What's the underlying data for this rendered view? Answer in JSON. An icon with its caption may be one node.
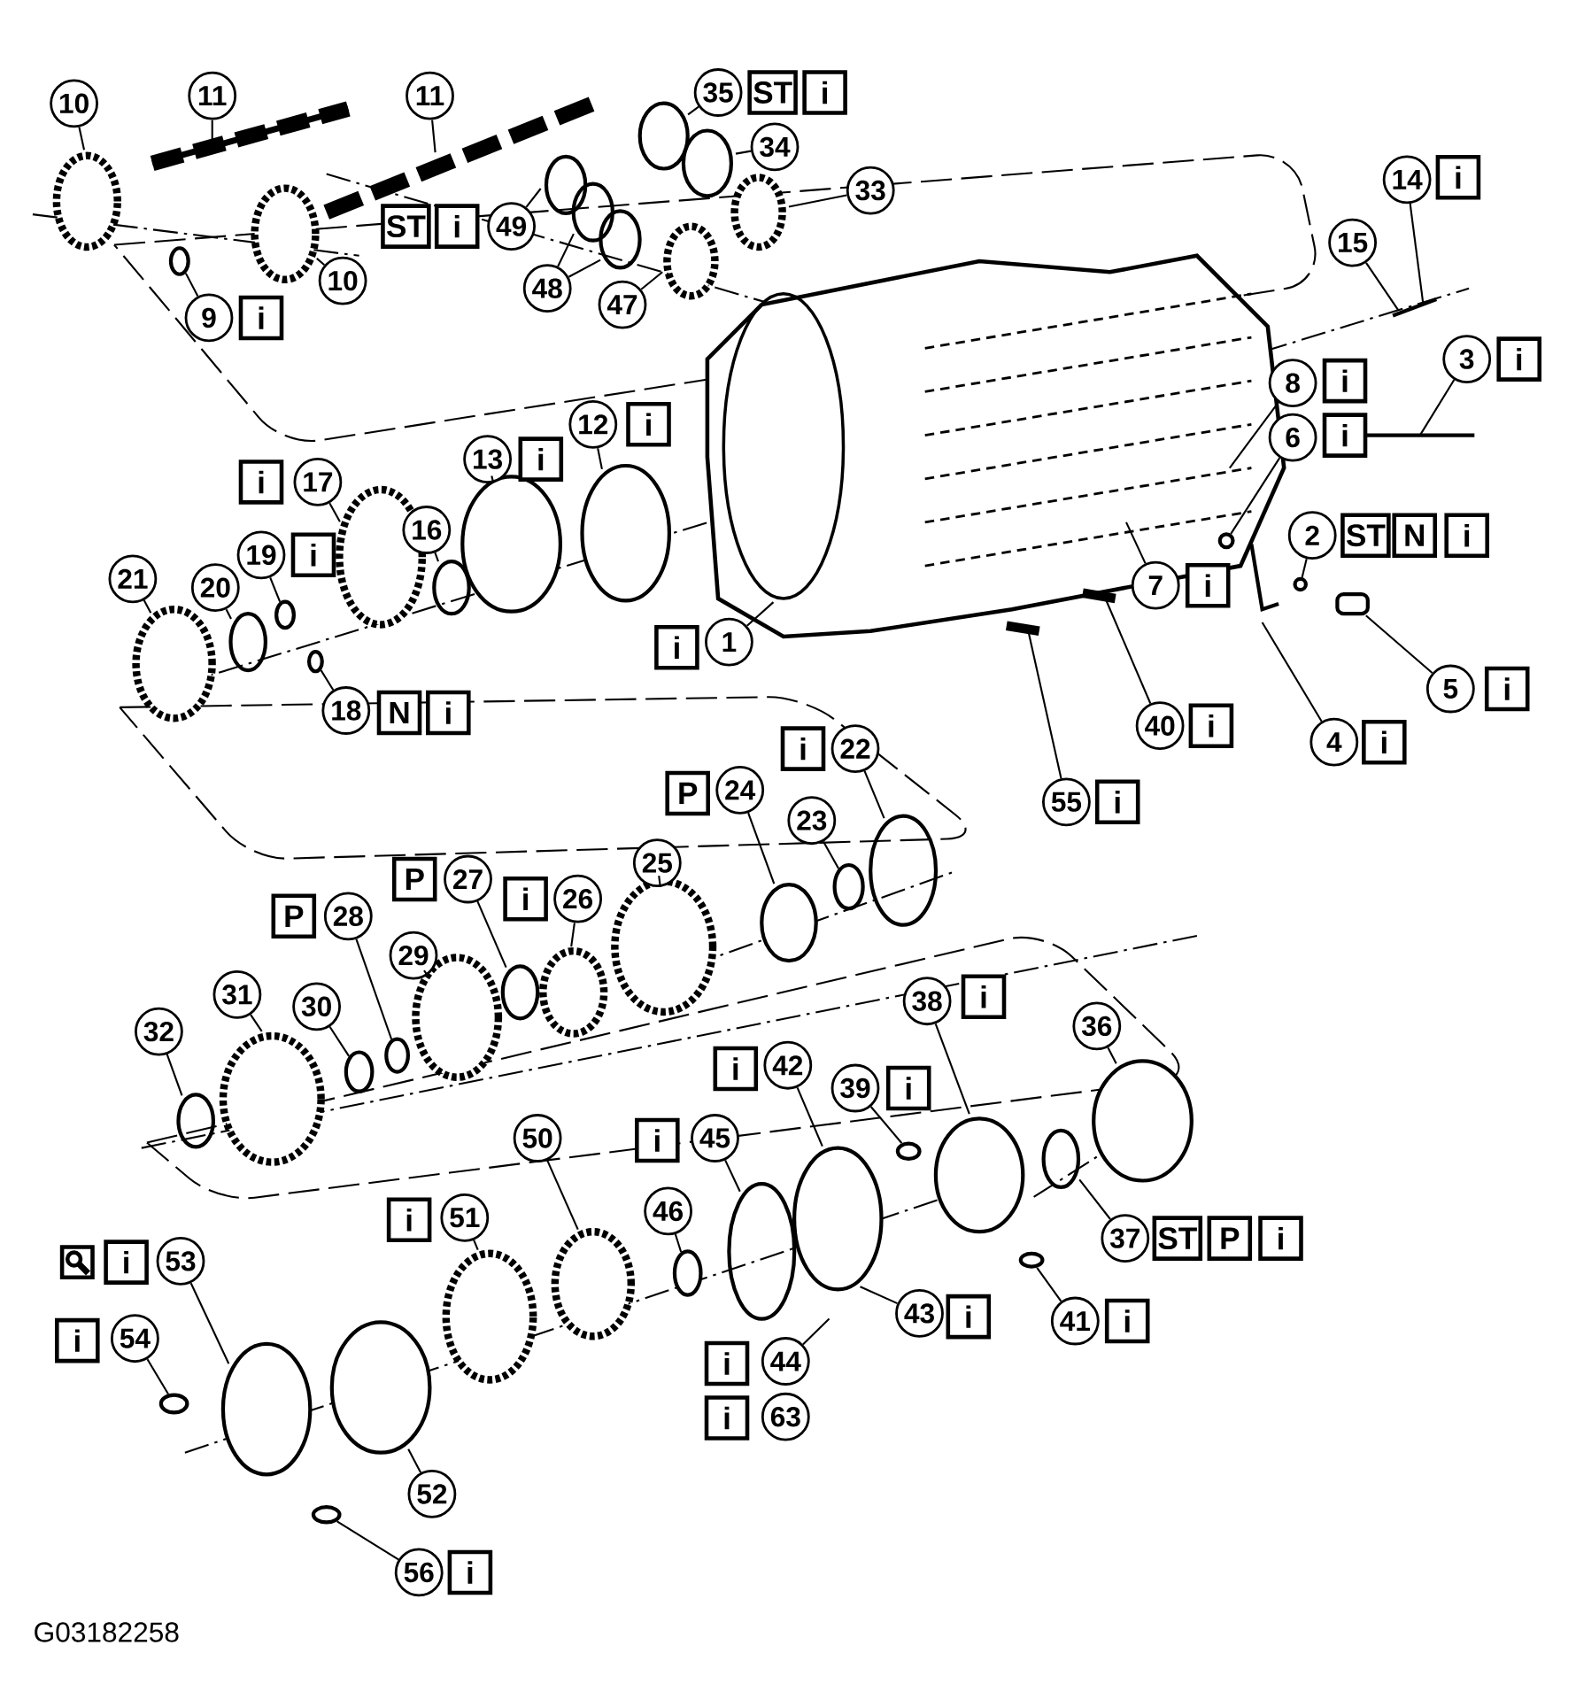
{
  "diagram": {
    "nodes": [
      {
        "text": [
          "10"
        ]
      },
      {
        "text": [
          "11"
        ]
      },
      {
        "text": [
          "11"
        ]
      },
      {
        "text": [
          "35"
        ]
      },
      {
        "text": [
          "34"
        ]
      },
      {
        "text": [
          "33"
        ]
      },
      {
        "text": [
          "49"
        ]
      },
      {
        "text": [
          "48"
        ]
      },
      {
        "text": [
          "47"
        ]
      },
      {
        "text": [
          "10"
        ]
      },
      {
        "text": [
          "9"
        ]
      },
      {
        "text": [
          "14"
        ]
      },
      {
        "text": [
          "15"
        ]
      },
      {
        "text": [
          "3"
        ]
      },
      {
        "text": [
          "8"
        ]
      },
      {
        "text": [
          "6"
        ]
      },
      {
        "text": [
          "12"
        ]
      },
      {
        "text": [
          "13"
        ]
      },
      {
        "text": [
          "17"
        ]
      },
      {
        "text": [
          "2"
        ]
      },
      {
        "text": [
          "16"
        ]
      },
      {
        "text": [
          "19"
        ]
      },
      {
        "text": [
          "21"
        ]
      },
      {
        "text": [
          "20"
        ]
      },
      {
        "text": [
          "7"
        ]
      },
      {
        "text": [
          "1"
        ]
      },
      {
        "text": [
          "5"
        ]
      },
      {
        "text": [
          "18"
        ]
      },
      {
        "text": [
          "40"
        ]
      },
      {
        "text": [
          "4"
        ]
      },
      {
        "text": [
          "22"
        ]
      },
      {
        "text": [
          "24"
        ]
      },
      {
        "text": [
          "55"
        ]
      },
      {
        "text": [
          "23"
        ]
      },
      {
        "text": [
          "25"
        ]
      },
      {
        "text": [
          "27"
        ]
      },
      {
        "text": [
          "26"
        ]
      },
      {
        "text": [
          "28"
        ]
      },
      {
        "text": [
          "29"
        ]
      },
      {
        "text": [
          "31"
        ]
      },
      {
        "text": [
          "38"
        ]
      },
      {
        "text": [
          "30"
        ]
      },
      {
        "text": [
          "36"
        ]
      },
      {
        "text": [
          "32"
        ]
      },
      {
        "text": [
          "42"
        ]
      },
      {
        "text": [
          "39"
        ]
      },
      {
        "text": [
          "50"
        ]
      },
      {
        "text": [
          "45"
        ]
      },
      {
        "text": [
          "46"
        ]
      },
      {
        "text": [
          "51"
        ]
      },
      {
        "text": [
          "37"
        ]
      },
      {
        "text": [
          "53"
        ]
      },
      {
        "text": [
          "43"
        ]
      },
      {
        "text": [
          "41"
        ]
      },
      {
        "text": [
          "54"
        ]
      },
      {
        "text": [
          "44"
        ]
      },
      {
        "text": [
          "63"
        ]
      },
      {
        "text": [
          "52"
        ]
      },
      {
        "text": [
          "56"
        ]
      },
      {
        "text": [],
        "shape": "circle"
      },
      {
        "text": [],
        "shape": "circle"
      },
      {
        "text": [],
        "shape": "circle"
      },
      {
        "text": [],
        "shape": "circle"
      },
      {
        "text": [],
        "shape": "cylinder"
      },
      {
        "text": [],
        "shape": "circle"
      },
      {
        "text": [],
        "shape": "circle"
      },
      {
        "text": [],
        "shape": "circle"
      },
      {
        "text": [],
        "shape": "circle"
      },
      {
        "text": [],
        "shape": "circle"
      },
      {
        "text": [],
        "shape": "circle"
      },
      {
        "text": [],
        "shape": "circle"
      },
      {
        "text": [],
        "shape": "circle"
      },
      {
        "text": [],
        "shape": "circle"
      }
    ],
    "edges": [
      {
        "from": 0,
        "to": null,
        "arrow": "none"
      },
      {
        "from": 1,
        "to": null,
        "arrow": "none"
      },
      {
        "from": 2,
        "to": null,
        "arrow": "none"
      },
      {
        "from": 3,
        "to": null,
        "arrow": "none"
      },
      {
        "from": 4,
        "to": null,
        "arrow": "none"
      },
      {
        "from": 5,
        "to": null,
        "arrow": "none"
      },
      {
        "from": 6,
        "to": null,
        "arrow": "none"
      },
      {
        "from": 7,
        "to": null,
        "arrow": "none"
      },
      {
        "from": 7,
        "to": null,
        "arrow": "none"
      },
      {
        "from": 8,
        "to": null,
        "arrow": "none"
      },
      {
        "from": 9,
        "to": null,
        "arrow": "none"
      },
      {
        "from": 10,
        "to": 59,
        "arrow": "none"
      },
      {
        "from": 11,
        "to": null,
        "arrow": "none"
      },
      {
        "from": 12,
        "to": null,
        "arrow": "none"
      },
      {
        "from": 13,
        "to": null,
        "arrow": "none"
      },
      {
        "from": 14,
        "to": null,
        "arrow": "none"
      },
      {
        "from": 15,
        "to": 60,
        "arrow": "none"
      },
      {
        "from": 16,
        "to": null,
        "arrow": "none"
      },
      {
        "from": 17,
        "to": null,
        "arrow": "none"
      },
      {
        "from": 18,
        "to": null,
        "arrow": "none"
      },
      {
        "from": 19,
        "to": 61,
        "arrow": "none"
      },
      {
        "from": 20,
        "to": null,
        "arrow": "none"
      },
      {
        "from": 21,
        "to": 62,
        "arrow": "none"
      },
      {
        "from": 22,
        "to": null,
        "arrow": "none"
      },
      {
        "from": 23,
        "to": null,
        "arrow": "none"
      },
      {
        "from": 24,
        "to": null,
        "arrow": "none"
      },
      {
        "from": 25,
        "to": null,
        "arrow": "none"
      },
      {
        "from": 26,
        "to": 63,
        "arrow": "none"
      },
      {
        "from": 27,
        "to": 64,
        "arrow": "none"
      },
      {
        "from": 28,
        "to": null,
        "arrow": "none"
      },
      {
        "from": 29,
        "to": null,
        "arrow": "none"
      },
      {
        "from": 30,
        "to": null,
        "arrow": "none"
      },
      {
        "from": 31,
        "to": null,
        "arrow": "none"
      },
      {
        "from": 32,
        "to": null,
        "arrow": "none"
      },
      {
        "from": 33,
        "to": 65,
        "arrow": "none"
      },
      {
        "from": 34,
        "to": null,
        "arrow": "none"
      },
      {
        "from": 35,
        "to": null,
        "arrow": "none"
      },
      {
        "from": 36,
        "to": null,
        "arrow": "none"
      },
      {
        "from": 37,
        "to": 66,
        "arrow": "none"
      },
      {
        "from": 38,
        "to": null,
        "arrow": "none"
      },
      {
        "from": 39,
        "to": null,
        "arrow": "none"
      },
      {
        "from": 40,
        "to": null,
        "arrow": "none"
      },
      {
        "from": 41,
        "to": 67,
        "arrow": "none"
      },
      {
        "from": 42,
        "to": null,
        "arrow": "none"
      },
      {
        "from": 43,
        "to": null,
        "arrow": "none"
      },
      {
        "from": 44,
        "to": null,
        "arrow": "none"
      },
      {
        "from": 45,
        "to": 68,
        "arrow": "none"
      },
      {
        "from": 46,
        "to": null,
        "arrow": "none"
      },
      {
        "from": 47,
        "to": null,
        "arrow": "none"
      },
      {
        "from": 48,
        "to": 69,
        "arrow": "none"
      },
      {
        "from": 49,
        "to": null,
        "arrow": "none"
      },
      {
        "from": 50,
        "to": null,
        "arrow": "none"
      },
      {
        "from": 51,
        "to": null,
        "arrow": "none"
      },
      {
        "from": 52,
        "to": null,
        "arrow": "none"
      },
      {
        "from": 53,
        "to": 70,
        "arrow": "none"
      },
      {
        "from": 54,
        "to": 71,
        "arrow": "none"
      },
      {
        "from": 55,
        "to": null,
        "arrow": "none"
      },
      {
        "from": 57,
        "to": null,
        "arrow": "none"
      },
      {
        "from": 58,
        "to": 72,
        "arrow": "none"
      }
    ],
    "labels": [
      "ST",
      "i",
      "ST",
      "i",
      "i",
      "i",
      "i",
      "i",
      "i",
      "ST",
      "N",
      "i",
      "i",
      "i",
      "i",
      "i",
      "i",
      "i",
      "i",
      "i",
      "i",
      "i",
      "N",
      "i",
      "i",
      "P",
      "i",
      "P",
      "P",
      "i",
      "i",
      "i",
      "i",
      "i",
      "i",
      "i",
      "ST",
      "P",
      "i",
      "i",
      "i",
      "i",
      "i",
      "i",
      "G03182258"
    ]
  }
}
